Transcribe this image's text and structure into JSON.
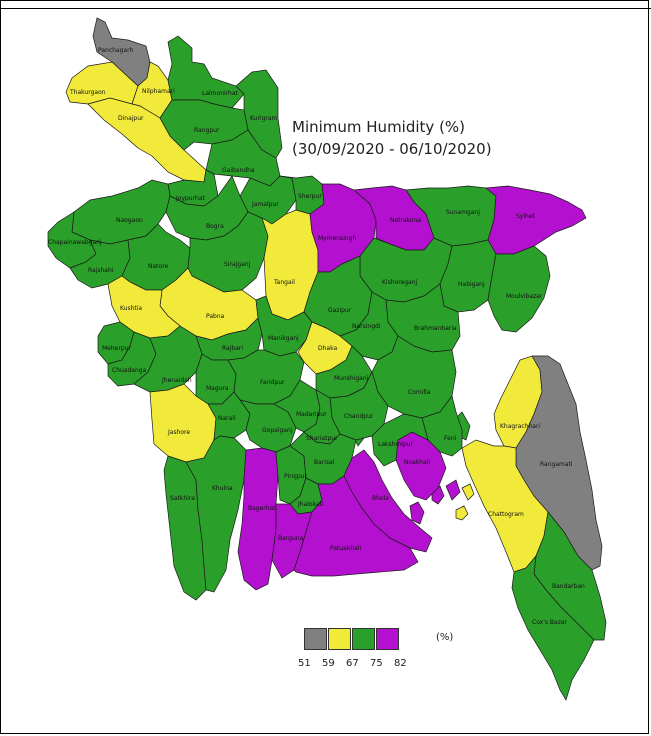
{
  "title": {
    "line1": "Minimum Humidity (%)",
    "line2": "(30/09/2020 - 06/10/2020)"
  },
  "colors": {
    "class_51_59": "#808080",
    "class_59_67": "#f2ea3a",
    "class_67_75": "#2aa02a",
    "class_75_82": "#b311cf"
  },
  "legend": {
    "ticks": [
      "51",
      "59",
      "67",
      "75",
      "82"
    ],
    "unit": "(%)"
  },
  "districts": [
    {
      "name": "Panchagarh",
      "class": "class_51_59"
    },
    {
      "name": "Thakurgaon",
      "class": "class_59_67"
    },
    {
      "name": "Nilphamari",
      "class": "class_59_67"
    },
    {
      "name": "Dinajpur",
      "class": "class_59_67"
    },
    {
      "name": "Lalmonirhat",
      "class": "class_67_75"
    },
    {
      "name": "Kurigram",
      "class": "class_67_75"
    },
    {
      "name": "Rangpur",
      "class": "class_67_75"
    },
    {
      "name": "Gaibandha",
      "class": "class_67_75"
    },
    {
      "name": "Joypurhat",
      "class": "class_67_75"
    },
    {
      "name": "Jamalpur",
      "class": "class_67_75"
    },
    {
      "name": "Sherpur",
      "class": "class_67_75"
    },
    {
      "name": "Naogaon",
      "class": "class_67_75"
    },
    {
      "name": "Bogra",
      "class": "class_67_75"
    },
    {
      "name": "Chapainawabganj",
      "class": "class_67_75"
    },
    {
      "name": "Rajshahi",
      "class": "class_67_75"
    },
    {
      "name": "Natore",
      "class": "class_67_75"
    },
    {
      "name": "Sirajganj",
      "class": "class_67_75"
    },
    {
      "name": "Tangail",
      "class": "class_59_67"
    },
    {
      "name": "Mymensingh",
      "class": "class_75_82"
    },
    {
      "name": "Netrakona",
      "class": "class_75_82"
    },
    {
      "name": "Sunamganj",
      "class": "class_67_75"
    },
    {
      "name": "Sylhet",
      "class": "class_75_82"
    },
    {
      "name": "Kishoreganj",
      "class": "class_67_75"
    },
    {
      "name": "Habiganj",
      "class": "class_67_75"
    },
    {
      "name": "Moulvibazar",
      "class": "class_67_75"
    },
    {
      "name": "Pabna",
      "class": "class_59_67"
    },
    {
      "name": "Kushtia",
      "class": "class_59_67"
    },
    {
      "name": "Gazipur",
      "class": "class_67_75"
    },
    {
      "name": "Brahmanbaria",
      "class": "class_67_75"
    },
    {
      "name": "Meherpur",
      "class": "class_67_75"
    },
    {
      "name": "Chuadanga",
      "class": "class_67_75"
    },
    {
      "name": "Rajbari",
      "class": "class_67_75"
    },
    {
      "name": "Manikganj",
      "class": "class_67_75"
    },
    {
      "name": "Dhaka",
      "class": "class_59_67"
    },
    {
      "name": "Narsingdi",
      "class": "class_67_75"
    },
    {
      "name": "Jhenaidah",
      "class": "class_67_75"
    },
    {
      "name": "Magura",
      "class": "class_67_75"
    },
    {
      "name": "Faridpur",
      "class": "class_67_75"
    },
    {
      "name": "Munshiganj",
      "class": "class_67_75"
    },
    {
      "name": "Comilla",
      "class": "class_67_75"
    },
    {
      "name": "Jashore",
      "class": "class_59_67"
    },
    {
      "name": "Narail",
      "class": "class_67_75"
    },
    {
      "name": "Gopalganj",
      "class": "class_67_75"
    },
    {
      "name": "Madaripur",
      "class": "class_67_75"
    },
    {
      "name": "Chandpur",
      "class": "class_67_75"
    },
    {
      "name": "Shariatpur",
      "class": "class_67_75"
    },
    {
      "name": "Khagrachhari",
      "class": "class_59_67"
    },
    {
      "name": "Rangamati",
      "class": "class_51_59"
    },
    {
      "name": "Feni",
      "class": "class_67_75"
    },
    {
      "name": "Noakhali",
      "class": "class_75_82"
    },
    {
      "name": "Lakshmipur",
      "class": "class_67_75"
    },
    {
      "name": "Satkhira",
      "class": "class_67_75"
    },
    {
      "name": "Khulna",
      "class": "class_67_75"
    },
    {
      "name": "Bagerhat",
      "class": "class_75_82"
    },
    {
      "name": "Pirojpur",
      "class": "class_67_75"
    },
    {
      "name": "Barisal",
      "class": "class_67_75"
    },
    {
      "name": "Jhalokati",
      "class": "class_67_75"
    },
    {
      "name": "Barguna",
      "class": "class_75_82"
    },
    {
      "name": "Patuakhali",
      "class": "class_75_82"
    },
    {
      "name": "Bhola",
      "class": "class_75_82"
    },
    {
      "name": "Chattogram",
      "class": "class_59_67"
    },
    {
      "name": "Bandarban",
      "class": "class_67_75"
    },
    {
      "name": "Cox's Bazar",
      "class": "class_67_75"
    }
  ]
}
